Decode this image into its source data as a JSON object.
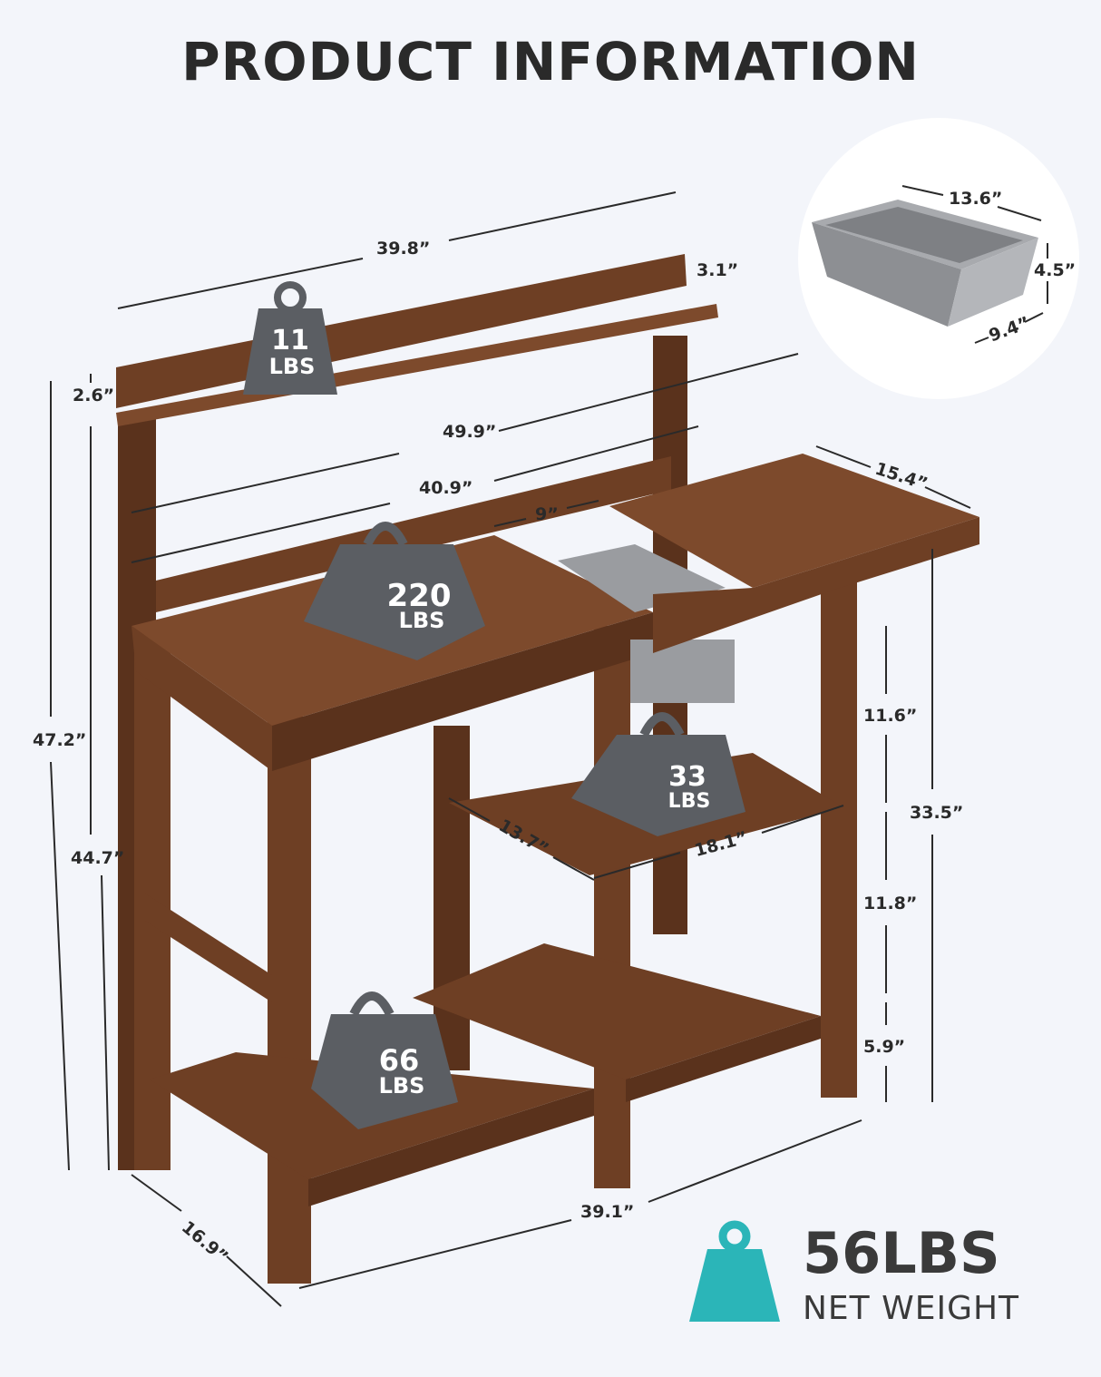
{
  "title": "PRODUCT INFORMATION",
  "dimensions": {
    "top_width": "39.8”",
    "shelf_depth": "3.1”",
    "shelf_height": "2.6”",
    "total_width": "49.9”",
    "back_width": "40.9”",
    "sink_gap": "9”",
    "side_table_depth": "15.4”",
    "total_height": "47.2”",
    "back_height": "44.7”",
    "upper_gap": "11.6”",
    "table_height": "33.5”",
    "middle_gap": "11.8”",
    "bottom_clearance": "5.9”",
    "mid_shelf_depth": "13.7”",
    "mid_shelf_width": "18.1”",
    "base_width": "39.1”",
    "base_depth": "16.9”"
  },
  "sink": {
    "length": "13.6”",
    "height": "4.5”",
    "width": "9.4”"
  },
  "weights": [
    {
      "value": "11",
      "unit": "LBS"
    },
    {
      "value": "220",
      "unit": "LBS"
    },
    {
      "value": "33",
      "unit": "LBS"
    },
    {
      "value": "66",
      "unit": "LBS"
    }
  ],
  "net_weight": {
    "value": "56LBS",
    "label": "NET WEIGHT"
  },
  "colors": {
    "wood": "#6e3f24",
    "weight": "#5b5e63",
    "accent": "#2bb5b8",
    "sink": "#9a9ca0"
  }
}
